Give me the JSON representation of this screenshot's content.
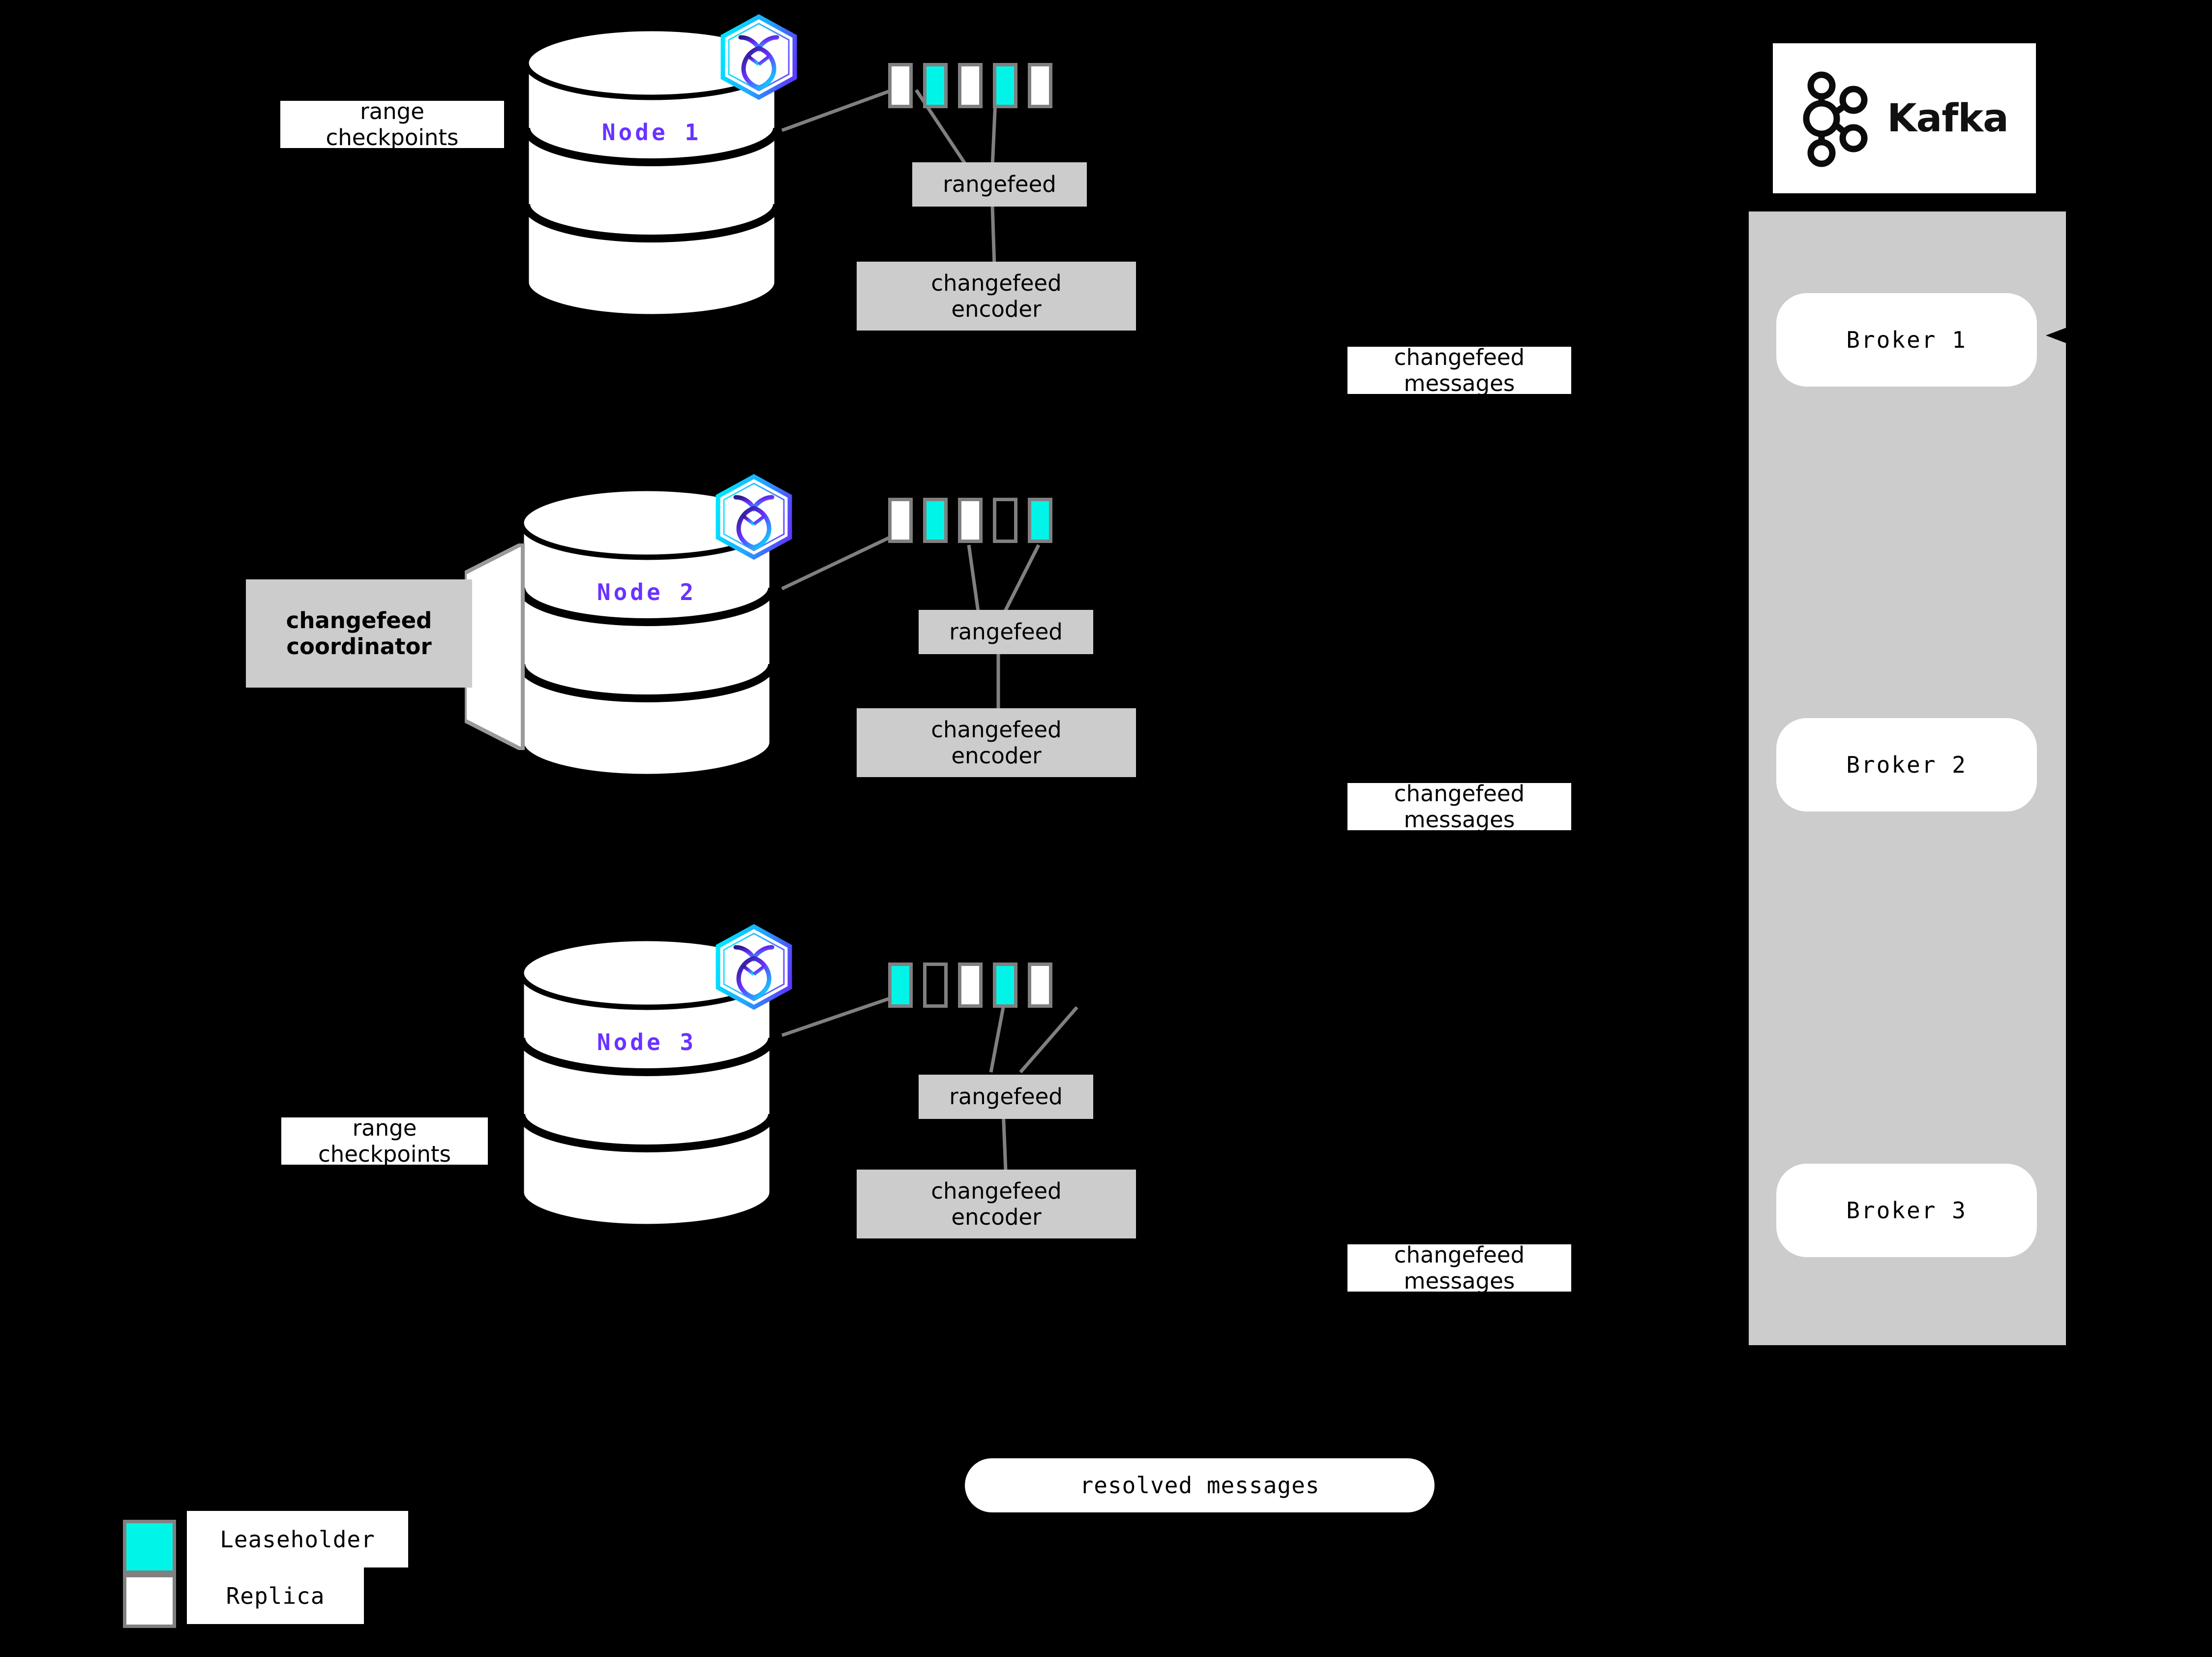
{
  "diagram": {
    "title": "CockroachDB changefeed to Kafka architecture",
    "colors": {
      "leaseholder": "#00F5E8",
      "replica": "#FFFFFF",
      "node_label": "#6933FF",
      "process_box": "#CCCCCC",
      "border_gray": "#808080",
      "background": "#000000"
    },
    "nodes": [
      {
        "label": "Node 1",
        "logo_icon": "cockroachdb-hexagon-icon",
        "ranges": [
          "replica",
          "leaseholder",
          "replica",
          "leaseholder",
          "replica"
        ],
        "rangefeed_label": "rangefeed",
        "encoder_label": "changefeed\nencoder",
        "side_label": "range\ncheckpoints"
      },
      {
        "label": "Node 2",
        "logo_icon": "cockroachdb-hexagon-icon",
        "ranges": [
          "replica",
          "leaseholder",
          "replica",
          "empty",
          "leaseholder"
        ],
        "rangefeed_label": "rangefeed",
        "encoder_label": "changefeed\nencoder",
        "side_label": "changefeed\ncoordinator"
      },
      {
        "label": "Node 3",
        "logo_icon": "cockroachdb-hexagon-icon",
        "ranges": [
          "leaseholder",
          "empty",
          "replica",
          "leaseholder",
          "replica"
        ],
        "rangefeed_label": "rangefeed",
        "encoder_label": "changefeed\nencoder",
        "side_label": "range\ncheckpoints"
      }
    ],
    "messages": [
      "changefeed\nmessages",
      "changefeed\nmessages",
      "changefeed\nmessages"
    ],
    "resolved_messages_label": "resolved messages",
    "kafka": {
      "logo_icon": "kafka-logo-icon",
      "wordmark": "Kafka",
      "brokers": [
        "Broker 1",
        "Broker 2",
        "Broker 3"
      ]
    },
    "legend": [
      {
        "swatch": "leaseholder",
        "label": "Leaseholder"
      },
      {
        "swatch": "replica",
        "label": "Replica"
      }
    ]
  }
}
